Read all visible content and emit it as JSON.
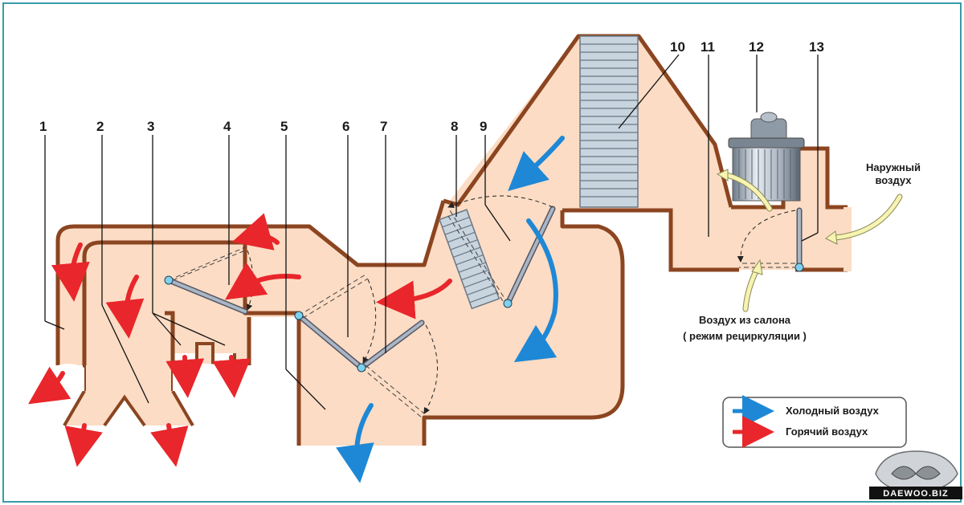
{
  "callouts": [
    "1",
    "2",
    "3",
    "4",
    "5",
    "6",
    "7",
    "8",
    "9",
    "10",
    "11",
    "12",
    "13"
  ],
  "labels": {
    "outside_air_line1": "Наружный",
    "outside_air_line2": "воздух",
    "cabin_air_line1": "Воздух из салона",
    "cabin_air_line2": "( режим рециркуляции )"
  },
  "legend": {
    "cold_label": "Холодный воздух",
    "hot_label": "Горячий воздух"
  },
  "watermark": "DAEWOO.BIZ",
  "colors": {
    "duct_fill": "#fcdcc4",
    "duct_wall": "#8b4520",
    "cold_arrow": "#1e88d6",
    "hot_arrow": "#e8262b",
    "outside_arrow": "#f7f3b0",
    "pivot": "#7fd0f0",
    "frame": "#3a9aa8"
  }
}
